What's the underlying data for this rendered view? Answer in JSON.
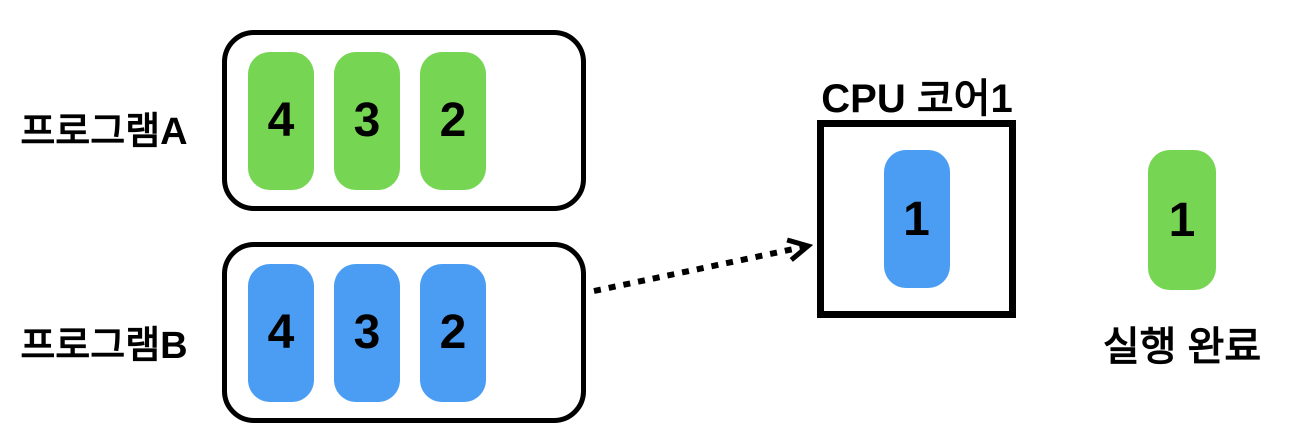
{
  "colors": {
    "green": "#76d552",
    "blue": "#4a9df3",
    "stroke": "#000000"
  },
  "program_a": {
    "label": "프로그램A",
    "tasks": [
      "4",
      "3",
      "2"
    ]
  },
  "program_b": {
    "label": "프로그램B",
    "tasks": [
      "4",
      "3",
      "2"
    ]
  },
  "cpu": {
    "label": "CPU 코어1",
    "running_task": "1"
  },
  "completed": {
    "label": "실행 완료",
    "task": "1"
  }
}
